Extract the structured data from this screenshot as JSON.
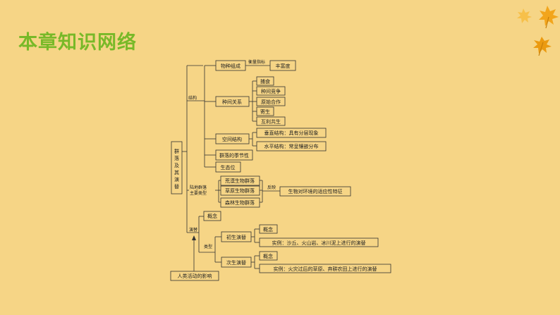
{
  "title": "本章知识网络",
  "colors": {
    "background": "#f6d586",
    "title_green": "#78b928",
    "leaf_orange": "#f2a51c"
  },
  "decoration": {
    "icon": "maple-leaves-icon"
  },
  "diagram": {
    "root": "群落及其演替",
    "structure": {
      "label": "结构",
      "species_composition": "物种组成",
      "metric": "衡量指标",
      "richness": "丰富度",
      "interspecific": "种间关系",
      "predation": "捕食",
      "competition": "种间竞争",
      "protocooperation": "原始合作",
      "parasitism": "寄生",
      "mutualism": "互利共生",
      "spatial": "空间结构",
      "vertical": "垂直结构：具有分层现象",
      "horizontal": "水平结构：常呈镶嵌分布",
      "seasonality": "群落的季节性",
      "niche": "生态位"
    },
    "community_types": {
      "label_line1": "陆地群落",
      "label_line2": "主要类型",
      "desert": "荒漠生物群落",
      "grassland": "草原生物群落",
      "forest": "森林生物群落",
      "reflect": "反映",
      "adaptation": "生物对环境的适应性特征"
    },
    "succession": {
      "label": "演替",
      "concept": "概念",
      "types": "类型",
      "primary": "初生演替",
      "primary_concept": "概念",
      "primary_example": "实例：沙丘、火山岩、冰川泥上进行的演替",
      "secondary": "次生演替",
      "secondary_concept": "概念",
      "secondary_example": "实例：火灾过后的草原、弃耕农田上进行的演替",
      "human": "人类活动的影响"
    }
  }
}
